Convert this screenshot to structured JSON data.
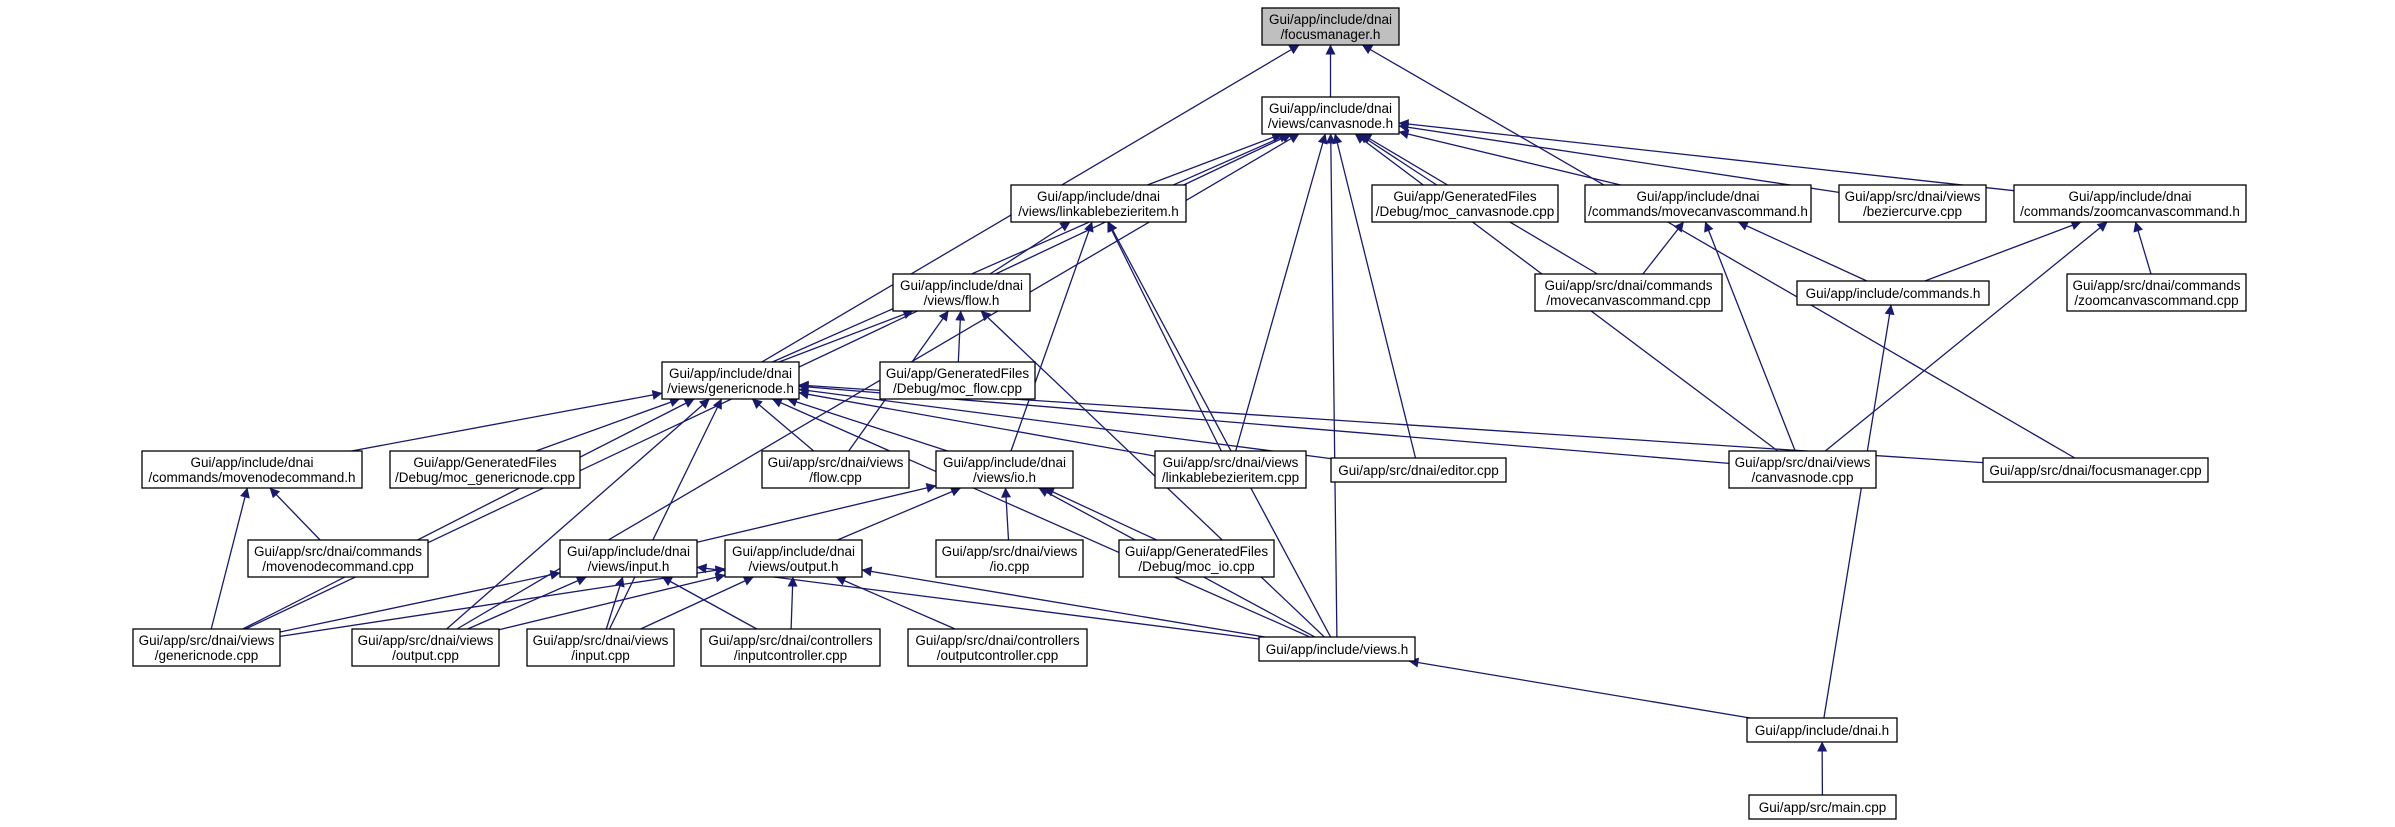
{
  "diagram": {
    "title": "",
    "edge_color": "#191970",
    "root_fill": "#bfbfbf",
    "node_fill": "#ffffff",
    "nodes": [
      {
        "id": "focusmanager_h",
        "lines": [
          "Gui/app/include/dnai",
          "/focusmanager.h"
        ],
        "root": true
      },
      {
        "id": "canvasnode_h",
        "lines": [
          "Gui/app/include/dnai",
          "/views/canvasnode.h"
        ]
      },
      {
        "id": "linkablebezieritem_h",
        "lines": [
          "Gui/app/include/dnai",
          "/views/linkablebezieritem.h"
        ]
      },
      {
        "id": "moc_canvasnode",
        "lines": [
          "Gui/app/GeneratedFiles",
          "/Debug/moc_canvasnode.cpp"
        ]
      },
      {
        "id": "movecanvascommand_h",
        "lines": [
          "Gui/app/include/dnai",
          "/commands/movecanvascommand.h"
        ]
      },
      {
        "id": "beziercurve_cpp",
        "lines": [
          "Gui/app/src/dnai/views",
          "/beziercurve.cpp"
        ]
      },
      {
        "id": "zoomcanvascommand_h",
        "lines": [
          "Gui/app/include/dnai",
          "/commands/zoomcanvascommand.h"
        ]
      },
      {
        "id": "flow_h",
        "lines": [
          "Gui/app/include/dnai",
          "/views/flow.h"
        ]
      },
      {
        "id": "movecanvascommand_cpp",
        "lines": [
          "Gui/app/src/dnai/commands",
          "/movecanvascommand.cpp"
        ]
      },
      {
        "id": "commands_h",
        "lines": [
          "Gui/app/include/commands.h"
        ]
      },
      {
        "id": "zoomcanvascommand_cpp",
        "lines": [
          "Gui/app/src/dnai/commands",
          "/zoomcanvascommand.cpp"
        ]
      },
      {
        "id": "genericnode_h",
        "lines": [
          "Gui/app/include/dnai",
          "/views/genericnode.h"
        ]
      },
      {
        "id": "moc_flow",
        "lines": [
          "Gui/app/GeneratedFiles",
          "/Debug/moc_flow.cpp"
        ]
      },
      {
        "id": "movenodecommand_h",
        "lines": [
          "Gui/app/include/dnai",
          "/commands/movenodecommand.h"
        ]
      },
      {
        "id": "moc_genericnode",
        "lines": [
          "Gui/app/GeneratedFiles",
          "/Debug/moc_genericnode.cpp"
        ]
      },
      {
        "id": "flow_cpp",
        "lines": [
          "Gui/app/src/dnai/views",
          "/flow.cpp"
        ]
      },
      {
        "id": "io_h",
        "lines": [
          "Gui/app/include/dnai",
          "/views/io.h"
        ]
      },
      {
        "id": "linkablebezieritem_cpp",
        "lines": [
          "Gui/app/src/dnai/views",
          "/linkablebezieritem.cpp"
        ]
      },
      {
        "id": "editor_cpp",
        "lines": [
          "Gui/app/src/dnai/editor.cpp"
        ]
      },
      {
        "id": "canvasnode_cpp",
        "lines": [
          "Gui/app/src/dnai/views",
          "/canvasnode.cpp"
        ]
      },
      {
        "id": "focusmanager_cpp",
        "lines": [
          "Gui/app/src/dnai/focusmanager.cpp"
        ]
      },
      {
        "id": "movenodecommand_cpp",
        "lines": [
          "Gui/app/src/dnai/commands",
          "/movenodecommand.cpp"
        ]
      },
      {
        "id": "input_h",
        "lines": [
          "Gui/app/include/dnai",
          "/views/input.h"
        ]
      },
      {
        "id": "output_h",
        "lines": [
          "Gui/app/include/dnai",
          "/views/output.h"
        ]
      },
      {
        "id": "io_cpp",
        "lines": [
          "Gui/app/src/dnai/views",
          "/io.cpp"
        ]
      },
      {
        "id": "moc_io",
        "lines": [
          "Gui/app/GeneratedFiles",
          "/Debug/moc_io.cpp"
        ]
      },
      {
        "id": "genericnode_cpp",
        "lines": [
          "Gui/app/src/dnai/views",
          "/genericnode.cpp"
        ]
      },
      {
        "id": "output_cpp",
        "lines": [
          "Gui/app/src/dnai/views",
          "/output.cpp"
        ]
      },
      {
        "id": "input_cpp",
        "lines": [
          "Gui/app/src/dnai/views",
          "/input.cpp"
        ]
      },
      {
        "id": "inputcontroller_cpp",
        "lines": [
          "Gui/app/src/dnai/controllers",
          "/inputcontroller.cpp"
        ]
      },
      {
        "id": "outputcontroller_cpp",
        "lines": [
          "Gui/app/src/dnai/controllers",
          "/outputcontroller.cpp"
        ]
      },
      {
        "id": "views_h",
        "lines": [
          "Gui/app/include/views.h"
        ]
      },
      {
        "id": "dnai_h",
        "lines": [
          "Gui/app/include/dnai.h"
        ]
      },
      {
        "id": "main_cpp",
        "lines": [
          "Gui/app/src/main.cpp"
        ]
      }
    ],
    "edges": [
      [
        "canvasnode_h",
        "focusmanager_h"
      ],
      [
        "genericnode_h",
        "focusmanager_h"
      ],
      [
        "focusmanager_cpp",
        "focusmanager_h"
      ],
      [
        "linkablebezieritem_h",
        "canvasnode_h"
      ],
      [
        "moc_canvasnode",
        "canvasnode_h"
      ],
      [
        "movecanvascommand_h",
        "canvasnode_h"
      ],
      [
        "beziercurve_cpp",
        "canvasnode_h"
      ],
      [
        "zoomcanvascommand_h",
        "canvasnode_h"
      ],
      [
        "genericnode_h",
        "canvasnode_h"
      ],
      [
        "movecanvascommand_cpp",
        "canvasnode_h"
      ],
      [
        "linkablebezieritem_cpp",
        "canvasnode_h"
      ],
      [
        "editor_cpp",
        "canvasnode_h"
      ],
      [
        "canvasnode_cpp",
        "canvasnode_h"
      ],
      [
        "views_h",
        "canvasnode_h"
      ],
      [
        "genericnode_cpp",
        "canvasnode_h"
      ],
      [
        "output_cpp",
        "canvasnode_h"
      ],
      [
        "flow_h",
        "linkablebezieritem_h"
      ],
      [
        "io_h",
        "linkablebezieritem_h"
      ],
      [
        "linkablebezieritem_cpp",
        "linkablebezieritem_h"
      ],
      [
        "views_h",
        "linkablebezieritem_h"
      ],
      [
        "movecanvascommand_cpp",
        "movecanvascommand_h"
      ],
      [
        "commands_h",
        "movecanvascommand_h"
      ],
      [
        "canvasnode_cpp",
        "movecanvascommand_h"
      ],
      [
        "commands_h",
        "zoomcanvascommand_h"
      ],
      [
        "zoomcanvascommand_cpp",
        "zoomcanvascommand_h"
      ],
      [
        "canvasnode_cpp",
        "zoomcanvascommand_h"
      ],
      [
        "dnai_h",
        "commands_h"
      ],
      [
        "genericnode_h",
        "flow_h"
      ],
      [
        "moc_flow",
        "flow_h"
      ],
      [
        "flow_cpp",
        "flow_h"
      ],
      [
        "views_h",
        "flow_h"
      ],
      [
        "movenodecommand_h",
        "genericnode_h"
      ],
      [
        "moc_genericnode",
        "genericnode_h"
      ],
      [
        "flow_cpp",
        "genericnode_h"
      ],
      [
        "io_h",
        "genericnode_h"
      ],
      [
        "linkablebezieritem_cpp",
        "genericnode_h"
      ],
      [
        "editor_cpp",
        "genericnode_h"
      ],
      [
        "canvasnode_cpp",
        "genericnode_h"
      ],
      [
        "focusmanager_cpp",
        "genericnode_h"
      ],
      [
        "views_h",
        "genericnode_h"
      ],
      [
        "genericnode_cpp",
        "genericnode_h"
      ],
      [
        "output_cpp",
        "genericnode_h"
      ],
      [
        "input_cpp",
        "genericnode_h"
      ],
      [
        "movenodecommand_cpp",
        "movenodecommand_h"
      ],
      [
        "genericnode_cpp",
        "movenodecommand_h"
      ],
      [
        "input_h",
        "io_h"
      ],
      [
        "output_h",
        "io_h"
      ],
      [
        "io_cpp",
        "io_h"
      ],
      [
        "moc_io",
        "io_h"
      ],
      [
        "views_h",
        "io_h"
      ],
      [
        "genericnode_cpp",
        "input_h"
      ],
      [
        "output_cpp",
        "input_h"
      ],
      [
        "input_cpp",
        "input_h"
      ],
      [
        "inputcontroller_cpp",
        "input_h"
      ],
      [
        "views_h",
        "input_h"
      ],
      [
        "genericnode_cpp",
        "output_h"
      ],
      [
        "output_cpp",
        "output_h"
      ],
      [
        "input_cpp",
        "output_h"
      ],
      [
        "inputcontroller_cpp",
        "output_h"
      ],
      [
        "outputcontroller_cpp",
        "output_h"
      ],
      [
        "views_h",
        "output_h"
      ],
      [
        "dnai_h",
        "views_h"
      ],
      [
        "main_cpp",
        "dnai_h"
      ]
    ]
  }
}
